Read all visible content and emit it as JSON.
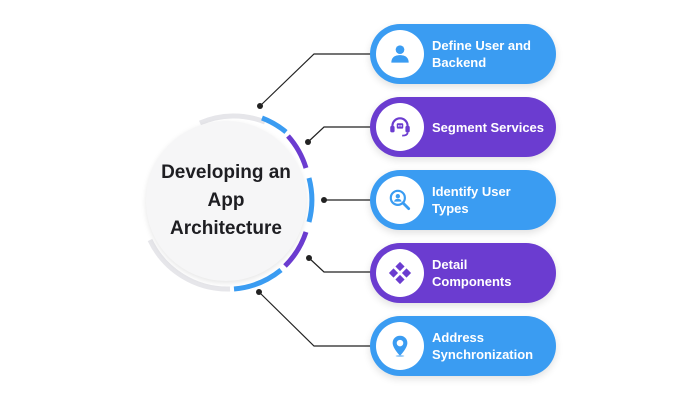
{
  "hub": {
    "title": "Developing an App Architecture"
  },
  "steps": [
    {
      "label": "Define User and Backend",
      "icon": "user-icon",
      "color": "#3a9cf2"
    },
    {
      "label": "Segment Services",
      "icon": "headset-support-icon",
      "color": "#6b3cd0"
    },
    {
      "label": "Identify User Types",
      "icon": "user-search-icon",
      "color": "#3a9cf2"
    },
    {
      "label": "Detail Components",
      "icon": "components-icon",
      "color": "#6b3cd0"
    },
    {
      "label": "Address Synchronization",
      "icon": "location-pin-icon",
      "color": "#3a9cf2"
    }
  ],
  "colors": {
    "blue": "#3a9cf2",
    "purple": "#6b3cd0",
    "hub_background": "#f6f6f7",
    "connector": "#222222"
  }
}
